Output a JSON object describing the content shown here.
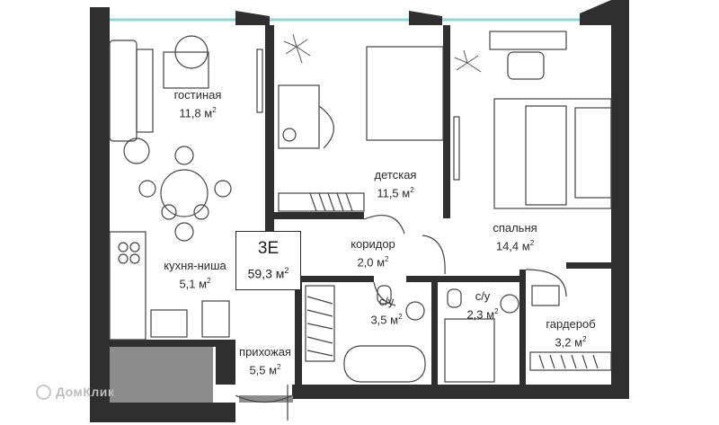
{
  "apartment": {
    "code": "3E",
    "total_area": "59,3 м",
    "area_unit_sup": "2"
  },
  "rooms": [
    {
      "id": "living",
      "name": "гостиная",
      "area": "11,8 м"
    },
    {
      "id": "kids",
      "name": "детская",
      "area": "11,5 м"
    },
    {
      "id": "corridor",
      "name": "коридор",
      "area": "2,0 м"
    },
    {
      "id": "bedroom",
      "name": "спальня",
      "area": "14,4 м"
    },
    {
      "id": "kitchen",
      "name": "кухня-ниша",
      "area": "5,1 м"
    },
    {
      "id": "bath1",
      "name": "с/у",
      "area": "3,5 м"
    },
    {
      "id": "bath2",
      "name": "с/у",
      "area": "2,3 м"
    },
    {
      "id": "wardrobe",
      "name": "гардероб",
      "area": "3,2 м"
    },
    {
      "id": "hall",
      "name": "прихожая",
      "area": "5,5 м"
    }
  ],
  "watermark": {
    "text": "ДомКлик"
  },
  "colors": {
    "wall": "#2f2f2f",
    "window": "#8fd6d0",
    "storage": "#8c8c8c",
    "furniture": "#444444"
  }
}
